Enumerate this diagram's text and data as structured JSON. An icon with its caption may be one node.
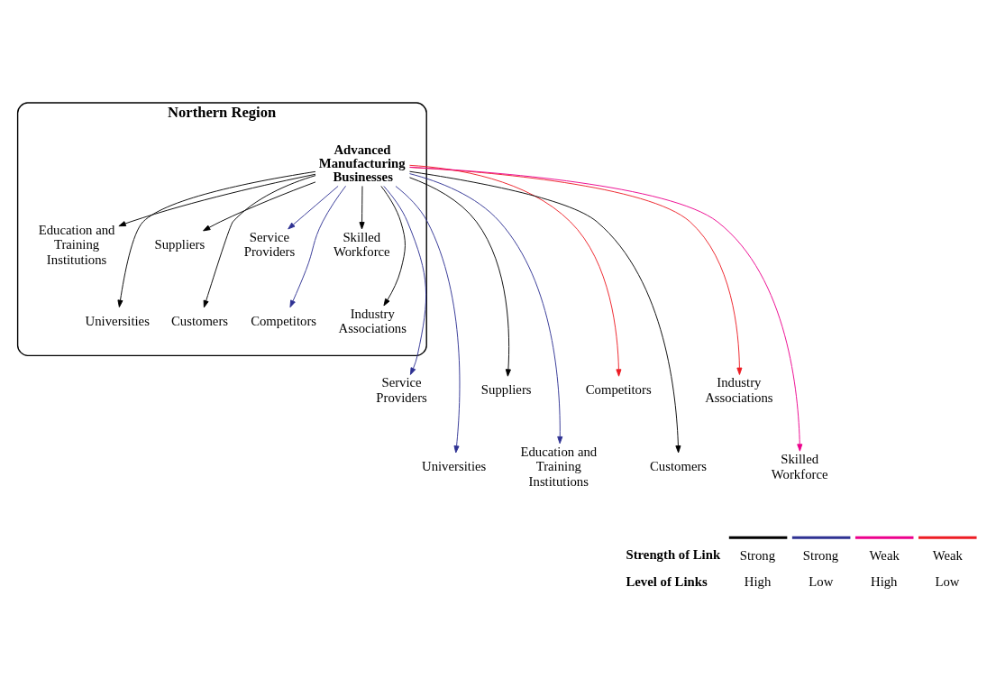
{
  "diagram": {
    "nodes": [
      {
        "text": [
          "Northern Region"
        ]
      },
      {
        "text": [
          "Advanced Manufacturing Businesses"
        ],
        "in": 0
      },
      {
        "text": [
          "Education and Training Institutions"
        ],
        "in": 0
      },
      {
        "text": [
          "Universities"
        ],
        "in": 0
      },
      {
        "text": [
          "Suppliers"
        ],
        "in": 0
      },
      {
        "text": [
          "Customers"
        ],
        "in": 0
      },
      {
        "text": [
          "Service Providers"
        ],
        "in": 0
      },
      {
        "text": [
          "Competitors"
        ],
        "in": 0
      },
      {
        "text": [
          "Skilled Workforce"
        ],
        "in": 0
      },
      {
        "text": [
          "Industry Associations"
        ],
        "in": 0
      },
      {
        "text": [
          "Service Providers"
        ]
      },
      {
        "text": [
          "Universities"
        ]
      },
      {
        "text": [
          "Suppliers"
        ]
      },
      {
        "text": [
          "Education and Training Institutions"
        ]
      },
      {
        "text": [
          "Competitors"
        ]
      },
      {
        "text": [
          "Customers"
        ]
      },
      {
        "text": [
          "Industry Associations"
        ]
      },
      {
        "text": [
          "Skilled Workforce"
        ]
      }
    ],
    "edges": [
      {
        "from": 1,
        "to": 2,
        "arrow": "to"
      },
      {
        "from": 1,
        "to": 3,
        "arrow": "to"
      },
      {
        "from": 1,
        "to": 4,
        "arrow": "to"
      },
      {
        "from": 1,
        "to": 5,
        "arrow": "to"
      },
      {
        "from": 1,
        "to": 6,
        "arrow": "to",
        "color": "#2e3192"
      },
      {
        "from": 1,
        "to": 7,
        "arrow": "to",
        "color": "#2e3192"
      },
      {
        "from": 1,
        "to": 8,
        "arrow": "to"
      },
      {
        "from": 1,
        "to": 9,
        "arrow": "to"
      },
      {
        "from": 1,
        "to": 10,
        "arrow": "to",
        "color": "#2e3192"
      },
      {
        "from": 1,
        "to": 11,
        "arrow": "to",
        "color": "#2e3192"
      },
      {
        "from": 1,
        "to": 12,
        "arrow": "to"
      },
      {
        "from": 1,
        "to": 13,
        "arrow": "to",
        "color": "#2e3192"
      },
      {
        "from": 1,
        "to": 14,
        "arrow": "to",
        "color": "#ed1c24"
      },
      {
        "from": 1,
        "to": 15,
        "arrow": "to"
      },
      {
        "from": 1,
        "to": 16,
        "arrow": "to",
        "color": "#ed1c24"
      },
      {
        "from": 1,
        "to": 17,
        "arrow": "to",
        "color": "#ec008c"
      }
    ],
    "labels": [
      "Strength of Link",
      "Strong",
      "Strong",
      "Weak",
      "Weak",
      "Level of Links",
      "High",
      "Low",
      "High",
      "Low"
    ]
  }
}
